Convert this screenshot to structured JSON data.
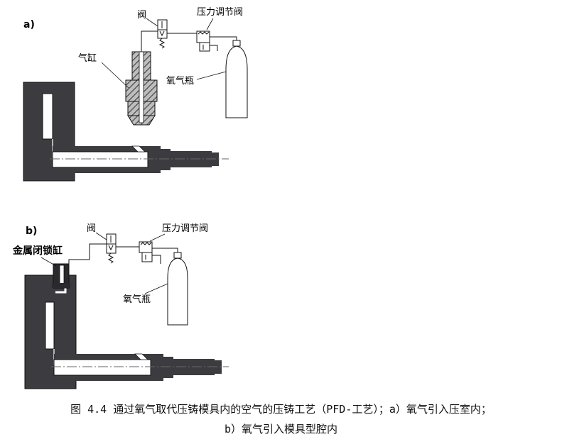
{
  "diagram_a": {
    "panel_label": "a)",
    "labels": {
      "valve": "阀",
      "pressure_valve": "压力调节阀",
      "cylinder": "气缸",
      "oxygen_bottle": "氧气瓶"
    }
  },
  "diagram_b": {
    "panel_label": "b)",
    "labels": {
      "valve": "阀",
      "pressure_valve": "压力调节阀",
      "lock_cylinder": "金属闭锁缸",
      "oxygen_bottle": "氧气瓶"
    }
  },
  "caption": {
    "line1": "图 4.4 通过氧气取代压铸模具内的空气的压铸工艺（PFD-工艺）；a）氧气引入压室内；",
    "line2": "b）氧气引入模具型腔内"
  },
  "colors": {
    "die_fill": "#3c3c40",
    "line": "#1a1a1a",
    "light": "#e6e6e6"
  }
}
